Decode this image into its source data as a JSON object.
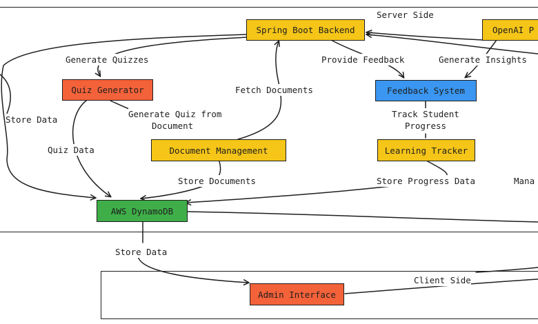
{
  "regions": {
    "server_title": "Server Side",
    "client_title": "Client Side"
  },
  "nodes": {
    "spring_boot": {
      "label": "Spring Boot Backend",
      "color": "#f5c518"
    },
    "openai": {
      "label": "OpenAI P",
      "color": "#f5c518"
    },
    "quiz_generator": {
      "label": "Quiz Generator",
      "color": "#f4623a"
    },
    "feedback_system": {
      "label": "Feedback System",
      "color": "#3a96f0"
    },
    "document_management": {
      "label": "Document Management",
      "color": "#f5c518"
    },
    "learning_tracker": {
      "label": "Learning Tracker",
      "color": "#f5c518"
    },
    "dynamodb": {
      "label": "AWS DynamoDB",
      "color": "#3fae49"
    },
    "admin_interface": {
      "label": "Admin Interface",
      "color": "#f4623a"
    }
  },
  "edge_labels": {
    "generate_quizzes": "Generate Quizzes",
    "provide_feedback": "Provide Feedback",
    "generate_insights": "Generate Insights",
    "fetch_documents": "Fetch Documents",
    "generate_quiz_from_document_1": "Generate Quiz from",
    "generate_quiz_from_document_2": "Document",
    "store_data_left": "Store Data",
    "track_student_progress_1": "Track Student",
    "track_student_progress_2": "Progress",
    "quiz_data": "Quiz Data",
    "store_documents": "Store Documents",
    "store_progress_data": "Store Progress Data",
    "manage_partial": "Mana",
    "store_data_bottom": "Store Data"
  }
}
